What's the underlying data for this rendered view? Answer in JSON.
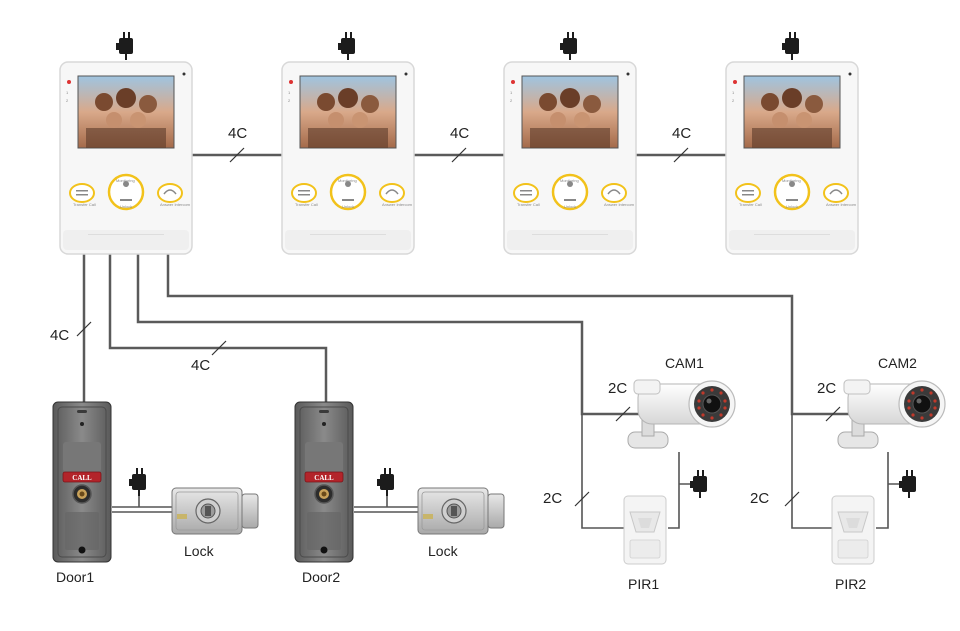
{
  "wires": {
    "monitor_link_1": "4C",
    "monitor_link_2": "4C",
    "monitor_link_3": "4C",
    "door1_wire": "4C",
    "door2_wire": "4C",
    "cam1_wire": "2C",
    "cam2_wire": "2C",
    "pir1_wire": "2C",
    "pir2_wire": "2C"
  },
  "devices": {
    "cam1": "CAM1",
    "cam2": "CAM2",
    "pir1": "PIR1",
    "pir2": "PIR2",
    "door1": "Door1",
    "door2": "Door2",
    "lock1": "Lock",
    "lock2": "Lock",
    "call_label": "CALL"
  },
  "monitor": {
    "indicators": [
      "1",
      "2"
    ],
    "btn_left": "Transfer Call",
    "btn_center_top": "Monitoring",
    "btn_center_bottom": "Unlock",
    "btn_right": "Answer Intercom"
  },
  "colors": {
    "wire": "#5a5a5a",
    "accent_yellow": "#f2c21b",
    "door_panel": "#6b6b6b",
    "call_red": "#b3242a"
  }
}
